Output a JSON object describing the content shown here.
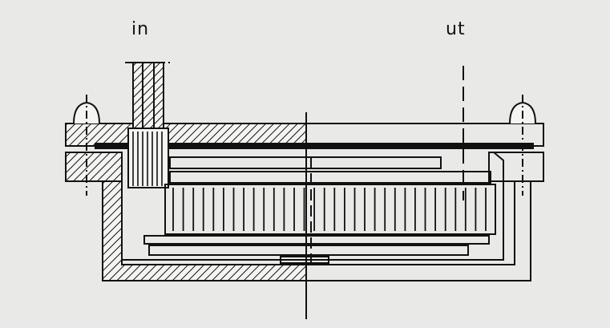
{
  "diagram": {
    "labels": {
      "inlet": "in",
      "outlet": "ut"
    },
    "colors": {
      "background": "#e9e9e7",
      "line": "#111111",
      "hatch": "#111111"
    },
    "grille_ribs": 32
  }
}
